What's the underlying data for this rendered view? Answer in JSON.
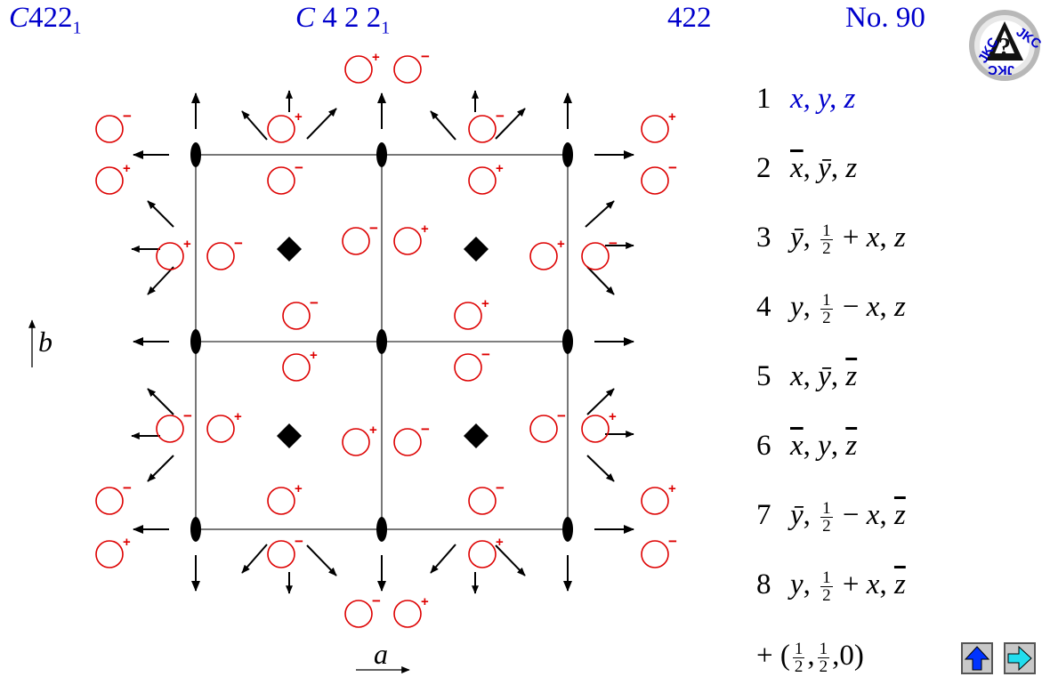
{
  "header": {
    "short_symbol_main": "C422",
    "short_symbol_sub": "1",
    "full_symbol_main": "C 4 2 2",
    "full_symbol_sub": "1",
    "point_group": "422",
    "number_label": "No. 90"
  },
  "logo": {
    "text": "JKC"
  },
  "axes": {
    "a_label": "a",
    "b_label": "b"
  },
  "signs": {
    "plus": "+",
    "minus": "−"
  },
  "colors": {
    "header_text": "#0000cc",
    "circle": "#dd0000",
    "sign": "#dd0000",
    "lines": "#555555",
    "symmetry": "#000000"
  },
  "positions": [
    {
      "num": "1",
      "parts": [
        "x",
        "y",
        "z"
      ]
    },
    {
      "num": "2",
      "parts": [
        "x̄",
        "ȳ",
        "z"
      ]
    },
    {
      "num": "3",
      "parts": [
        "ȳ",
        "½ + x",
        "z"
      ]
    },
    {
      "num": "4",
      "parts": [
        "y",
        "½ − x",
        "z"
      ]
    },
    {
      "num": "5",
      "parts": [
        "x",
        "ȳ",
        "z̄"
      ]
    },
    {
      "num": "6",
      "parts": [
        "x̄",
        "y",
        "z̄"
      ]
    },
    {
      "num": "7",
      "parts": [
        "ȳ",
        "½ − x",
        "z̄"
      ]
    },
    {
      "num": "8",
      "parts": [
        "y",
        "½ + x",
        "z̄"
      ]
    }
  ],
  "centering": {
    "prefix": "+ (",
    "half": "1",
    "two": "2",
    "comma": ",",
    "zero": "0",
    "suffix": ")"
  },
  "nav": {
    "up_icon": "up-arrow-icon",
    "next_icon": "right-arrow-icon"
  },
  "diagram": {
    "circles": [
      [
        403,
        78,
        "+"
      ],
      [
        458,
        78,
        "-"
      ],
      [
        123,
        145,
        "-"
      ],
      [
        123,
        203,
        "+"
      ],
      [
        316,
        145,
        "+"
      ],
      [
        316,
        203,
        "-"
      ],
      [
        542,
        145,
        "-"
      ],
      [
        542,
        203,
        "+"
      ],
      [
        736,
        145,
        "+"
      ],
      [
        736,
        203,
        "-"
      ],
      [
        191,
        288,
        "+"
      ],
      [
        248,
        288,
        "-"
      ],
      [
        400,
        271,
        "-"
      ],
      [
        458,
        271,
        "+"
      ],
      [
        611,
        288,
        "+"
      ],
      [
        669,
        288,
        "-"
      ],
      [
        333,
        355,
        "-"
      ],
      [
        333,
        413,
        "+"
      ],
      [
        526,
        355,
        "+"
      ],
      [
        526,
        413,
        "-"
      ],
      [
        191,
        482,
        "-"
      ],
      [
        248,
        482,
        "+"
      ],
      [
        400,
        497,
        "+"
      ],
      [
        458,
        497,
        "-"
      ],
      [
        611,
        482,
        "-"
      ],
      [
        669,
        482,
        "+"
      ],
      [
        123,
        563,
        "-"
      ],
      [
        123,
        623,
        "+"
      ],
      [
        316,
        563,
        "+"
      ],
      [
        316,
        623,
        "-"
      ],
      [
        542,
        563,
        "-"
      ],
      [
        542,
        623,
        "+"
      ],
      [
        736,
        563,
        "+"
      ],
      [
        736,
        623,
        "-"
      ],
      [
        403,
        690,
        "-"
      ],
      [
        458,
        690,
        "+"
      ]
    ]
  }
}
